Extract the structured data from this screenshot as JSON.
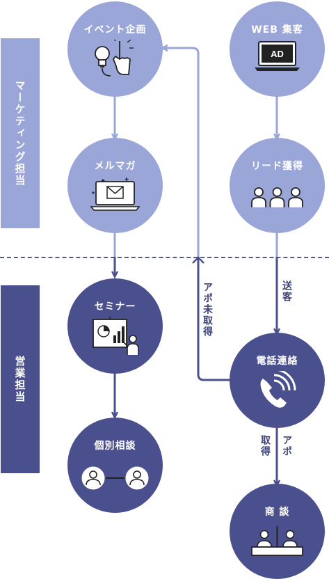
{
  "bands": {
    "marketing": "マーケティング担当",
    "sales": "営業担当"
  },
  "nodes": {
    "event": "イベント企画",
    "web": "WEB 集客",
    "mailmag": "メルマガ",
    "lead": "リード獲得",
    "seminar": "セミナー",
    "call": "電話連絡",
    "consult": "個別相談",
    "deal": "商 談"
  },
  "icon_text": {
    "ad": "AD"
  },
  "edge_labels": {
    "no_appointment": "アポ未取得",
    "send": "送客",
    "appointment_line1": "アポ",
    "appointment_line2": "取得"
  },
  "colors": {
    "light": "#9aa5d8",
    "dark": "#4a4f8e"
  }
}
